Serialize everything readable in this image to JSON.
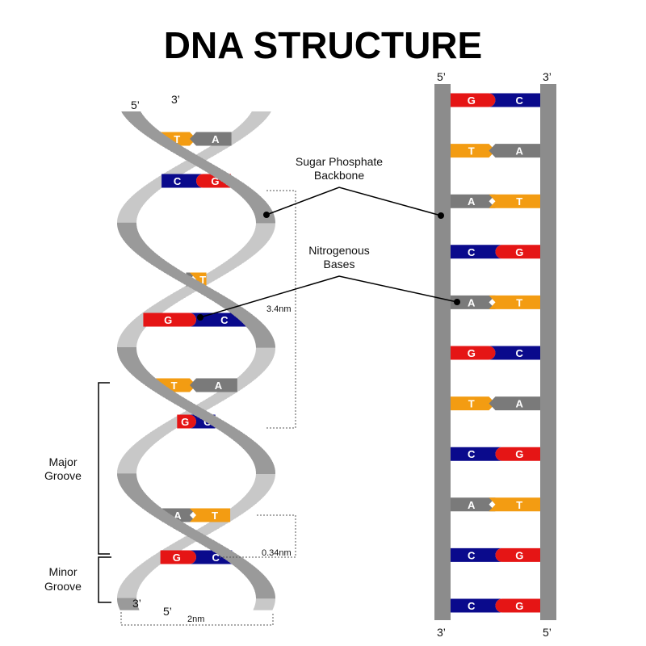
{
  "title": "DNA STRUCTURE",
  "colors": {
    "A": "#7a7a7a",
    "T": "#f39c12",
    "G": "#e51515",
    "C": "#0a0a8c",
    "backbone": "#8a8a8a",
    "backbone_light": "#c4c4c4"
  },
  "helix": {
    "end_top_left": "5’",
    "end_top_right": "3’",
    "end_bottom_left": "3’",
    "end_bottom_right": "5’",
    "pairs": [
      {
        "left": "T",
        "right": "A"
      },
      {
        "left": "C",
        "right": "G"
      },
      {
        "left": "A",
        "right": "T"
      },
      {
        "left": "G",
        "right": "C"
      },
      {
        "left": "T",
        "right": "A"
      },
      {
        "left": "G",
        "right": "C"
      },
      {
        "left": "A",
        "right": "T"
      },
      {
        "left": "G",
        "right": "C"
      }
    ],
    "pitch_label": "3.4nm",
    "rise_label": "0.34nm",
    "width_label": "2nm",
    "major_groove_label": [
      "Major",
      "Groove"
    ],
    "minor_groove_label": [
      "Minor",
      "Groove"
    ]
  },
  "ladder": {
    "end_top_left": "5’",
    "end_top_right": "3’",
    "end_bottom_left": "3’",
    "end_bottom_right": "5’",
    "pairs": [
      {
        "left": "G",
        "right": "C"
      },
      {
        "left": "T",
        "right": "A"
      },
      {
        "left": "A",
        "right": "T"
      },
      {
        "left": "C",
        "right": "G"
      },
      {
        "left": "A",
        "right": "T"
      },
      {
        "left": "G",
        "right": "C"
      },
      {
        "left": "T",
        "right": "A"
      },
      {
        "left": "C",
        "right": "G"
      },
      {
        "left": "A",
        "right": "T"
      },
      {
        "left": "C",
        "right": "G"
      },
      {
        "left": "C",
        "right": "G"
      }
    ]
  },
  "callouts": {
    "backbone": [
      "Sugar Phosphate",
      "Backbone"
    ],
    "bases": [
      "Nitrogenous",
      "Bases"
    ]
  }
}
